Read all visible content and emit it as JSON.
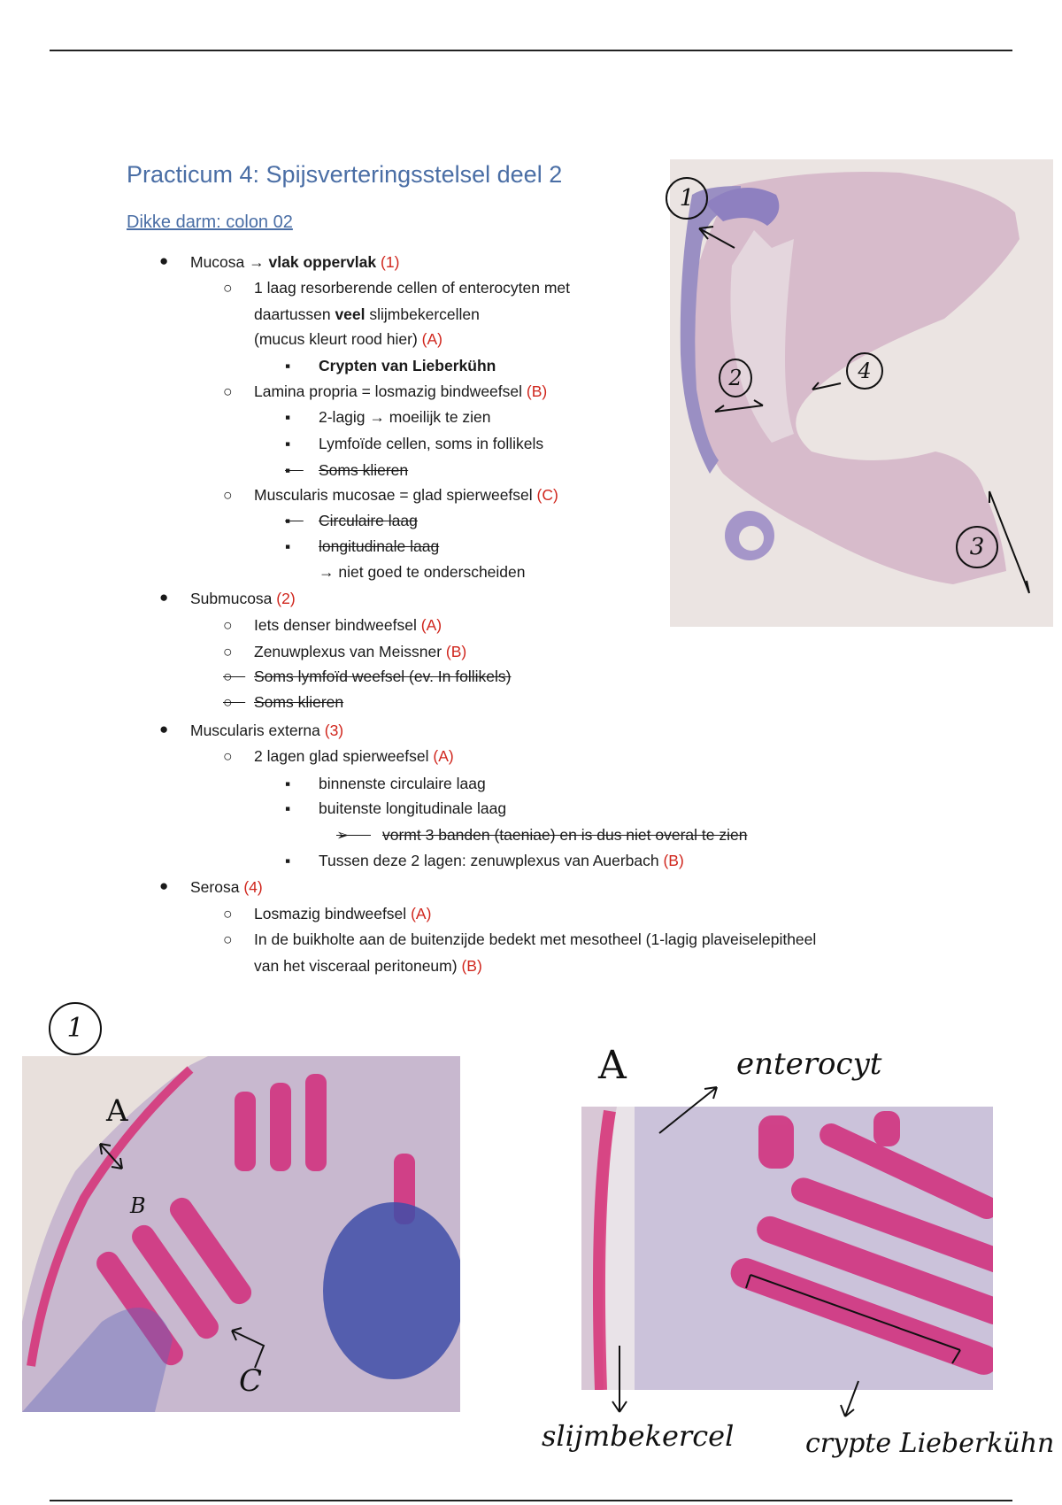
{
  "doc": {
    "title": "Practicum 4: Spijsverteringsstelsel deel 2",
    "subtitle": "Dikke darm: colon 02"
  },
  "outline": {
    "mucosa": {
      "label": "Mucosa",
      "arrow": "→",
      "bold": "vlak oppervlak",
      "ref": "(1)"
    },
    "m1": {
      "text1": "1 laag resorberende cellen of enterocyten met",
      "text2a": "daartussen ",
      "text2b": "veel",
      "text2c": " slijmbekercellen",
      "text3": "(mucus kleurt rood hier)",
      "ref": "(A)"
    },
    "m1a": "Crypten van Lieberkühn",
    "m2": {
      "text": "Lamina propria = losmazig bindweefsel",
      "ref": "(B)"
    },
    "m2a": "2-lagig → moeilijk te zien",
    "m2b": "Lymfoïde cellen, soms in follikels",
    "m2c": "Soms klieren",
    "m3": {
      "text": "Muscularis mucosae = glad spierweefsel",
      "ref": "(C)"
    },
    "m3a": "Circulaire laag",
    "m3b": "longitudinale laag",
    "m3c": "→ niet goed te onderscheiden",
    "submucosa": {
      "label": "Submucosa",
      "ref": "(2)"
    },
    "s1": {
      "text": "Iets denser bindweefsel",
      "ref": "(A)"
    },
    "s2": {
      "text": "Zenuwplexus van Meissner",
      "ref": "(B)"
    },
    "s3": "Soms lymfoïd weefsel (ev. In follikels)",
    "s4": "Soms klieren",
    "muscularis": {
      "label": "Muscularis externa",
      "ref": "(3)"
    },
    "e1": {
      "text": "2 lagen glad spierweefsel",
      "ref": "(A)"
    },
    "e1a": "binnenste circulaire laag",
    "e1b": "buitenste longitudinale laag",
    "e1c": "vormt 3 banden (taeniae) en is dus niet overal te zien",
    "e1d": {
      "text": "Tussen deze 2 lagen: zenuwplexus van Auerbach",
      "ref": "(B)"
    },
    "serosa": {
      "label": "Serosa",
      "ref": "(4)"
    },
    "r1": {
      "text": "Losmazig bindweefsel",
      "ref": "(A)"
    },
    "r2": {
      "text1": "In de buikholte aan de buitenzijde bedekt met mesotheel (1-lagig plaveiselepitheel",
      "text2": "van het visceraal peritoneum)",
      "ref": "(B)"
    }
  },
  "annotations": {
    "overview": [
      "1",
      "2",
      "3",
      "4"
    ],
    "zoom1": {
      "circle": "1",
      "A": "A",
      "B": "B",
      "C": "C"
    },
    "zoomA": {
      "A": "A",
      "enterocyt": "enterocyt",
      "slijmbekercel": "slijmbekercel",
      "crypte": "crypte Lieberkühn"
    }
  }
}
